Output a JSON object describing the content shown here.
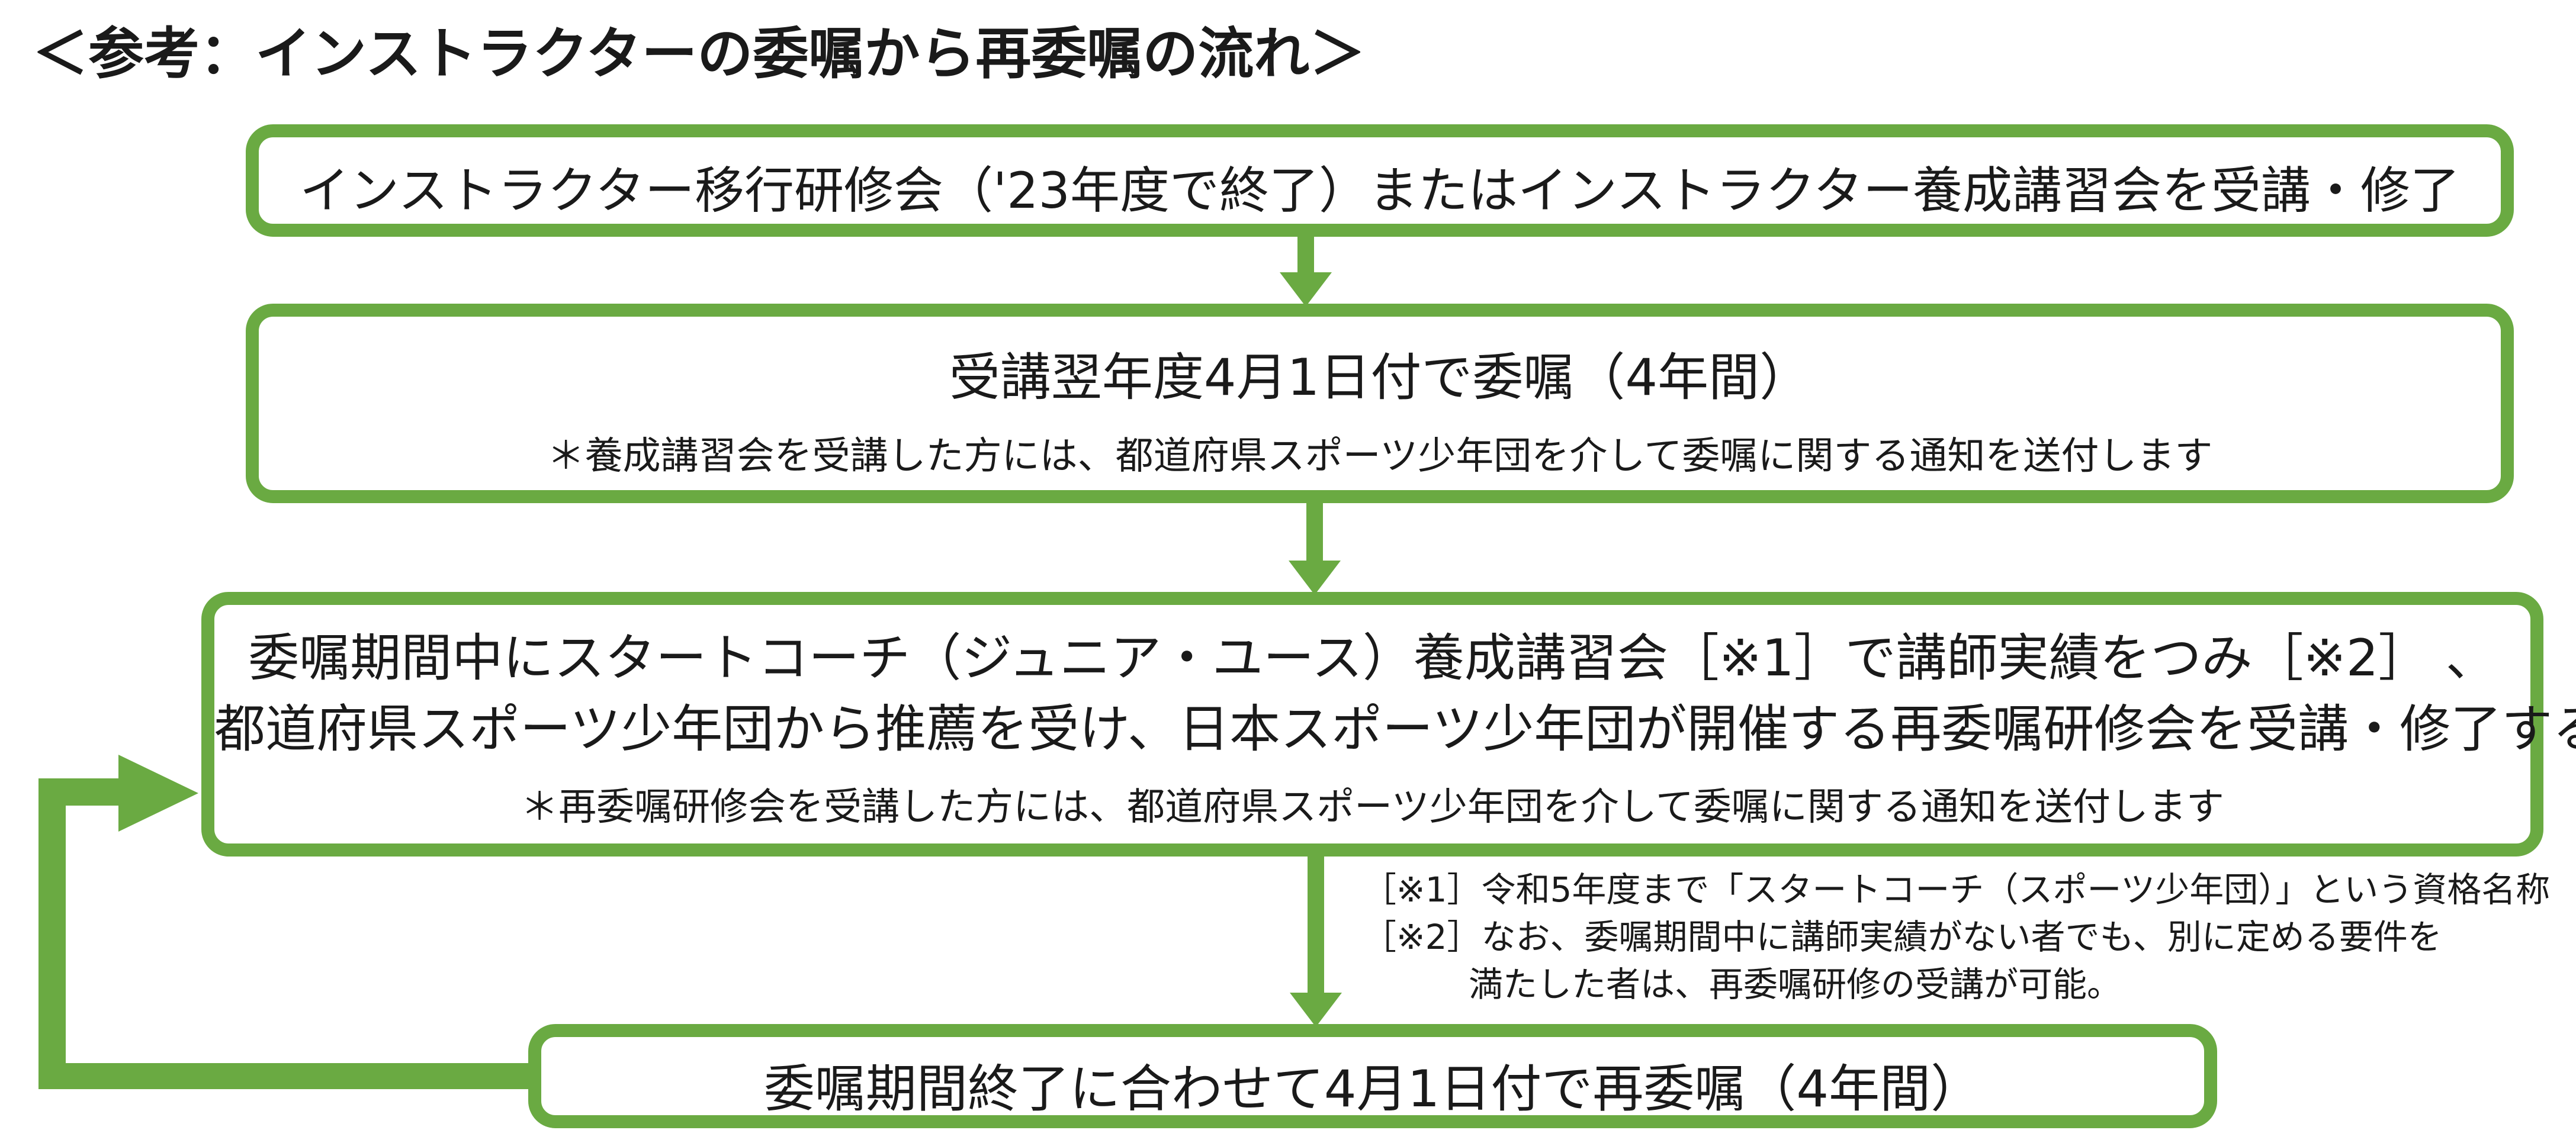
{
  "title": "＜参考：インストラクターの委嘱から再委嘱の流れ＞",
  "colors": {
    "accent_green": "#6aaa42",
    "text": "#1a1a1a",
    "box_fill": "#ffffff"
  },
  "steps": [
    {
      "lines": [
        "インストラクター移行研修会（'23年度で終了）またはインストラクター養成講習会を受講・修了"
      ]
    },
    {
      "lines": [
        "受講翌年度4月1日付で委嘱（4年間）"
      ],
      "note": "＊養成講習会を受講した方には、都道府県スポーツ少年団を介して委嘱に関する通知を送付します"
    },
    {
      "lines": [
        "委嘱期間中にスタートコーチ（ジュニア・ユース）養成講習会［※1］で講師実績をつみ［※2］ 、",
        "都道府県スポーツ少年団から推薦を受け、日本スポーツ少年団が開催する再委嘱研修会を受講・修了する。"
      ],
      "note": "＊再委嘱研修会を受講した方には、都道府県スポーツ少年団を介して委嘱に関する通知を送付します"
    },
    {
      "lines": [
        "委嘱期間終了に合わせて4月1日付で再委嘱（4年間）"
      ]
    }
  ],
  "footnotes": {
    "note1": "［※1］令和5年度まで「スタートコーチ（スポーツ少年団）」という資格名称",
    "note2_line1": "［※2］なお、委嘱期間中に講師実績がない者でも、別に定める要件を",
    "note2_line2": "満たした者は、再委嘱研修の受講が可能。"
  }
}
